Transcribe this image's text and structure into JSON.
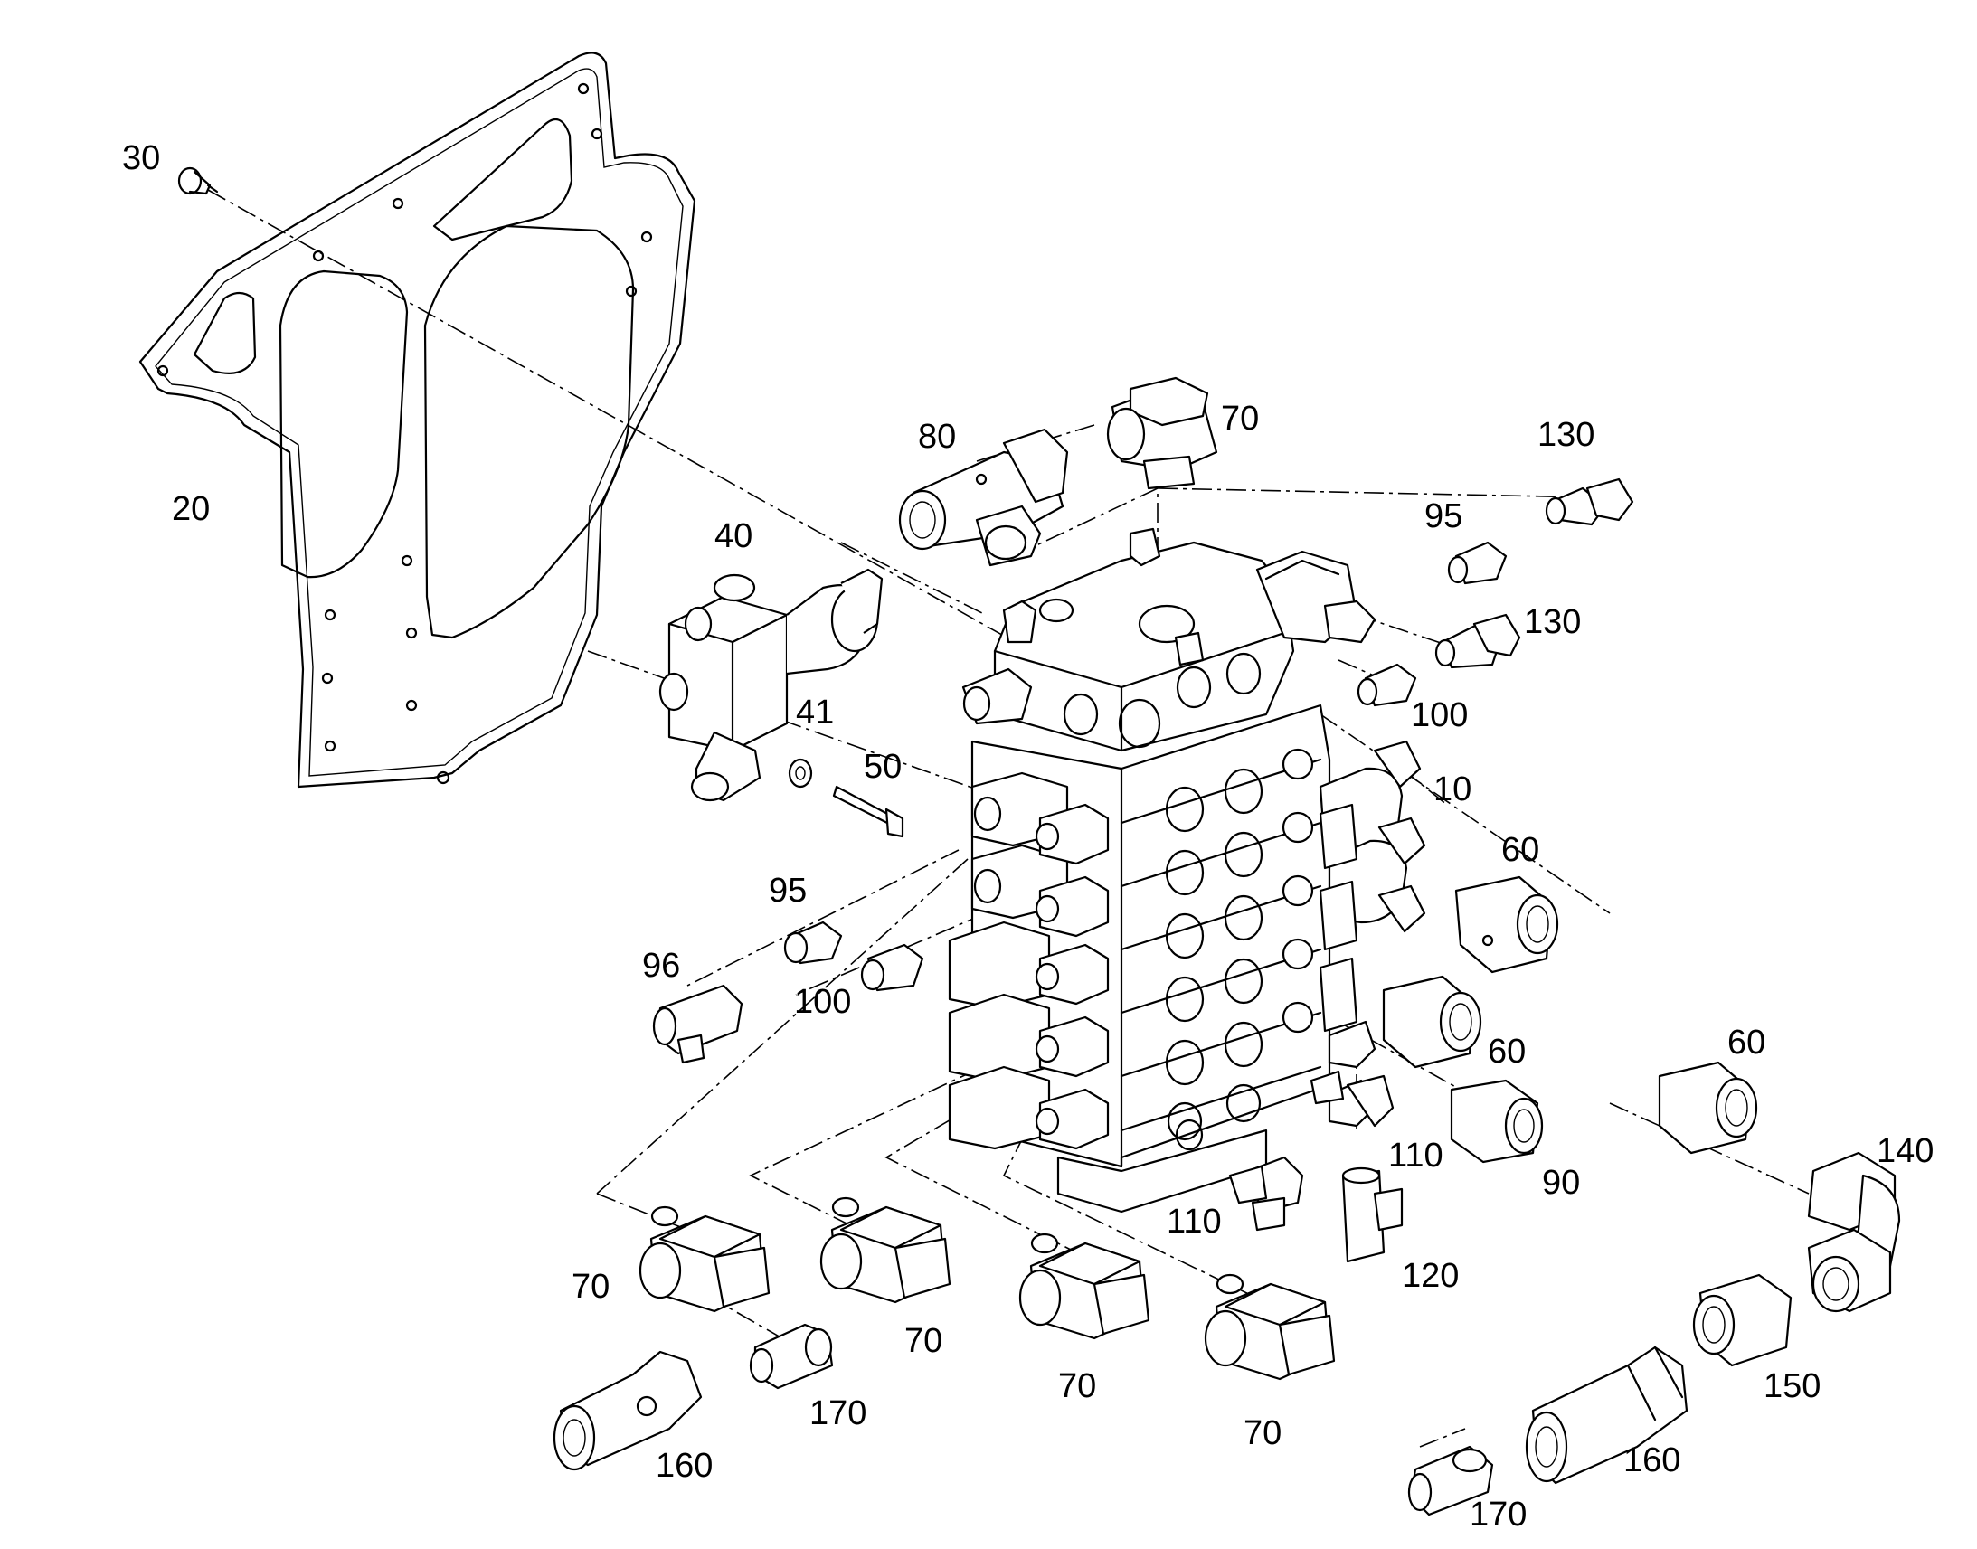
{
  "callouts": [
    {
      "id": "30",
      "text": "30"
    },
    {
      "id": "20",
      "text": "20"
    },
    {
      "id": "40",
      "text": "40"
    },
    {
      "id": "41",
      "text": "41"
    },
    {
      "id": "50",
      "text": "50"
    },
    {
      "id": "80",
      "text": "80"
    },
    {
      "id": "70a",
      "text": "70"
    },
    {
      "id": "130a",
      "text": "130"
    },
    {
      "id": "95a",
      "text": "95"
    },
    {
      "id": "130b",
      "text": "130"
    },
    {
      "id": "100a",
      "text": "100"
    },
    {
      "id": "10",
      "text": "10"
    },
    {
      "id": "60a",
      "text": "60"
    },
    {
      "id": "95b",
      "text": "95"
    },
    {
      "id": "96",
      "text": "96"
    },
    {
      "id": "100b",
      "text": "100"
    },
    {
      "id": "60b",
      "text": "60"
    },
    {
      "id": "60c",
      "text": "60"
    },
    {
      "id": "110a",
      "text": "110"
    },
    {
      "id": "90",
      "text": "90"
    },
    {
      "id": "140",
      "text": "140"
    },
    {
      "id": "110b",
      "text": "110"
    },
    {
      "id": "120",
      "text": "120"
    },
    {
      "id": "70b",
      "text": "70"
    },
    {
      "id": "70c",
      "text": "70"
    },
    {
      "id": "70d",
      "text": "70"
    },
    {
      "id": "70e",
      "text": "70"
    },
    {
      "id": "170a",
      "text": "170"
    },
    {
      "id": "160a",
      "text": "160"
    },
    {
      "id": "150",
      "text": "150"
    },
    {
      "id": "160b",
      "text": "160"
    },
    {
      "id": "170b",
      "text": "170"
    }
  ]
}
